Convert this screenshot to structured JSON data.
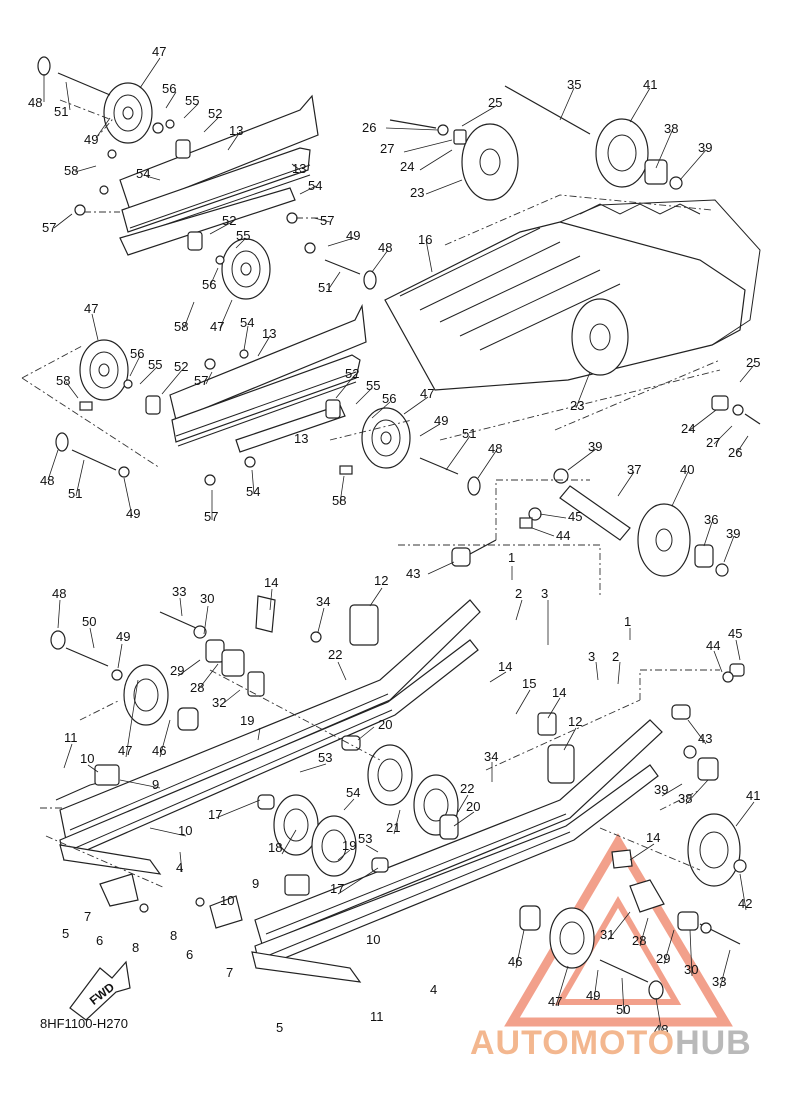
{
  "diagram_code": "8HF1100-H270",
  "fwd_label": "FWD",
  "watermark": {
    "part1": "AUTOMOTO",
    "part2": "HUB"
  },
  "colors": {
    "line": "#222222",
    "watermark_red": "#e8542e",
    "watermark_orange": "#f3b78f",
    "watermark_grey": "#b9b9b9"
  },
  "callouts": [
    "1",
    "2",
    "3",
    "4",
    "5",
    "6",
    "7",
    "8",
    "9",
    "10",
    "11",
    "12",
    "13",
    "14",
    "15",
    "16",
    "17",
    "18",
    "19",
    "20",
    "21",
    "22",
    "23",
    "24",
    "25",
    "26",
    "27",
    "28",
    "29",
    "30",
    "31",
    "32",
    "33",
    "34",
    "35",
    "36",
    "37",
    "38",
    "39",
    "40",
    "41",
    "42",
    "43",
    "44",
    "45",
    "46",
    "47",
    "48",
    "49",
    "50",
    "51",
    "52",
    "53",
    "54",
    "55",
    "56",
    "57",
    "58"
  ]
}
